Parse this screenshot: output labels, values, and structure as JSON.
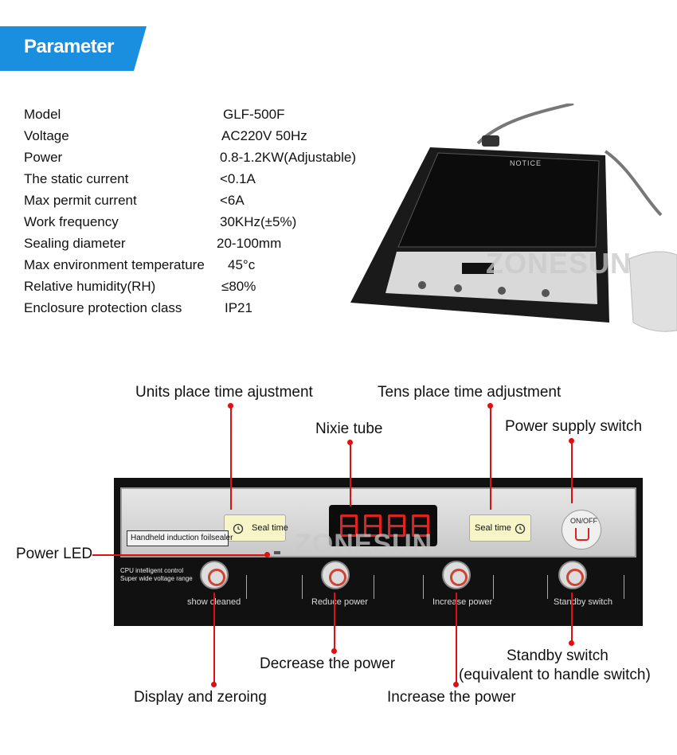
{
  "banner": {
    "title": "Parameter",
    "color": "#1a8fe0"
  },
  "specs": [
    {
      "label": "Model",
      "value": "GLF-500F"
    },
    {
      "label": "Voltage",
      "value": "AC220V  50Hz"
    },
    {
      "label": "Power",
      "value": "0.8-1.2KW(Adjustable)"
    },
    {
      "label": "The static current",
      "value": "<0.1A"
    },
    {
      "label": "Max permit current",
      "value": "<6A"
    },
    {
      "label": "Work frequency",
      "value": "30KHz(±5%)"
    },
    {
      "label": "Sealing diameter",
      "value": "20-100mm"
    },
    {
      "label": "Max environment temperature",
      "value": "45°c"
    },
    {
      "label": "Relative humidity(RH)",
      "value": "≤80%"
    },
    {
      "label": "Enclosure protection class",
      "value": "IP21"
    }
  ],
  "watermark": "ZONESUN",
  "device": {
    "notice": "NOTICE"
  },
  "callouts": {
    "units_place": "Units place time ajustment",
    "tens_place": "Tens place time adjustment",
    "nixie_tube": "Nixie tube",
    "power_supply_switch": "Power supply switch",
    "power_led": "Power LED",
    "decrease_power": "Decrease the power",
    "standby_switch_line1": "Standby switch",
    "standby_switch_line2": "(equivalent to handle switch)",
    "display_zeroing": "Display and zeroing",
    "increase_power": "Increase the power"
  },
  "panel": {
    "seal_time_left": "Seal time",
    "seal_time_right": "Seal time",
    "brand_label": "Handheld induction foilsealer",
    "on_off": "ON/OFF",
    "cpu_line1": "CPU intelligent control",
    "cpu_line2": "Super wide voltage range",
    "btn_show_cleaned": "show cleaned",
    "btn_reduce_power": "Reduce power",
    "btn_increase_power": "Increase power",
    "btn_standby_switch": "Standby switch"
  },
  "accent": "#dd1111"
}
